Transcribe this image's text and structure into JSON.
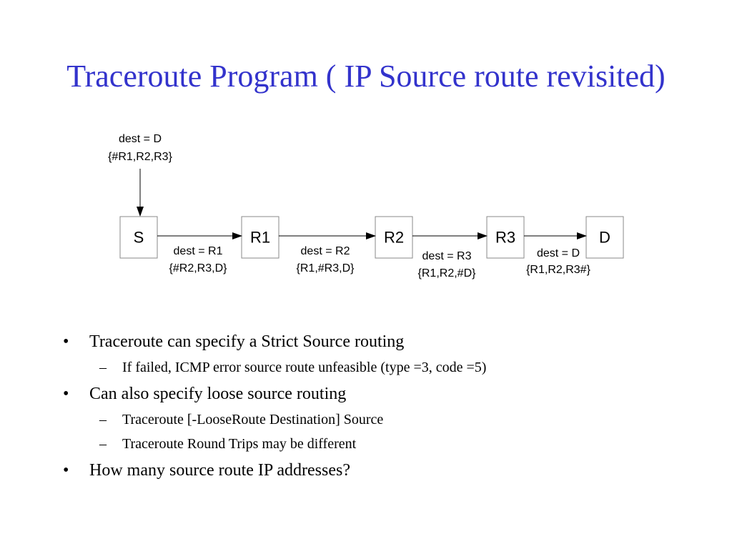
{
  "title": "Traceroute Program ( IP Source route revisited)",
  "diagram": {
    "source_annotation": [
      "dest = D",
      "{#R1,R2,R3}"
    ],
    "nodes": [
      {
        "id": "S",
        "label": "S"
      },
      {
        "id": "R1",
        "label": "R1"
      },
      {
        "id": "R2",
        "label": "R2"
      },
      {
        "id": "R3",
        "label": "R3"
      },
      {
        "id": "D",
        "label": "D"
      }
    ],
    "edges": [
      {
        "from": "S",
        "to": "R1",
        "label": [
          "dest = R1",
          "{#R2,R3,D}"
        ]
      },
      {
        "from": "R1",
        "to": "R2",
        "label": [
          "dest = R2",
          "{R1,#R3,D}"
        ]
      },
      {
        "from": "R2",
        "to": "R3",
        "label": [
          "dest = R3",
          "{R1,R2,#D}"
        ]
      },
      {
        "from": "R3",
        "to": "D",
        "label": [
          "dest = D",
          "{R1,R2,R3#}"
        ]
      }
    ]
  },
  "bullets": [
    {
      "marker": "•",
      "text": "Traceroute can specify a Strict Source routing",
      "sub": [
        {
          "marker": "–",
          "text": "If failed, ICMP error source route unfeasible (type =3, code =5)"
        }
      ]
    },
    {
      "marker": "•",
      "text": "Can also specify loose source routing",
      "sub": [
        {
          "marker": "–",
          "text": "Traceroute [-LooseRoute Destination]  Source"
        },
        {
          "marker": "–",
          "text": "Traceroute Round Trips may be different"
        }
      ]
    },
    {
      "marker": "•",
      "text": "How many source route IP addresses?",
      "sub": []
    }
  ]
}
